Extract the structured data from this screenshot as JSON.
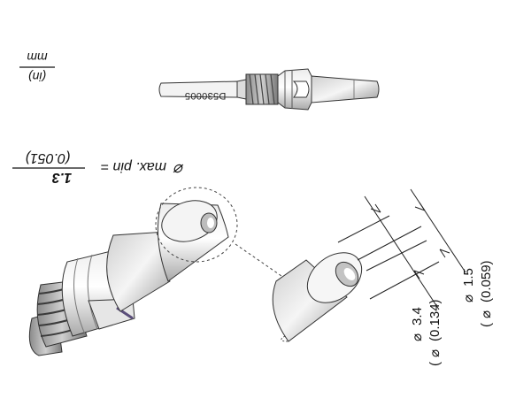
{
  "units": {
    "mm": "mm",
    "in": "(in)"
  },
  "tip": {
    "part_number": "D530005"
  },
  "pin_spec": {
    "symbol": "⌀",
    "label": "max. pin =",
    "mm": "1.3",
    "inch": "(0.051)"
  },
  "dimensions": {
    "outer": {
      "symbol": "⌀",
      "mm": "3.4",
      "inch": "(0.134)",
      "open": "(",
      "close": ")"
    },
    "inner": {
      "symbol": "⌀",
      "mm": "1.5",
      "inch": "(0.059)",
      "open": "(",
      "close": ")"
    }
  },
  "colors": {
    "line": "#222222",
    "body": "#d9d9d9",
    "shade": "#9a9a9a",
    "highlight": "#f7f7f7"
  }
}
